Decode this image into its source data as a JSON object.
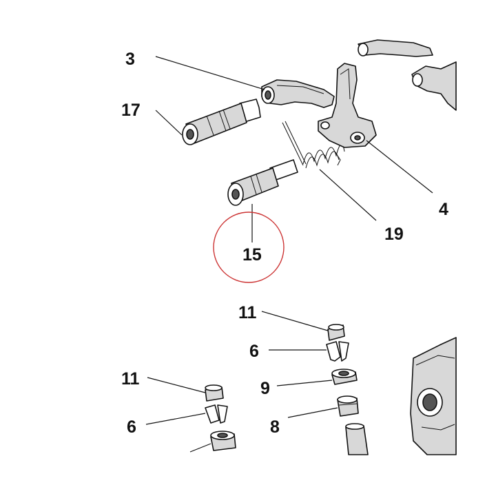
{
  "diagram": {
    "callouts": [
      {
        "id": "3",
        "label": "3"
      },
      {
        "id": "17",
        "label": "17"
      },
      {
        "id": "4",
        "label": "4"
      },
      {
        "id": "19",
        "label": "19"
      },
      {
        "id": "15",
        "label": "15"
      },
      {
        "id": "11a",
        "label": "11"
      },
      {
        "id": "6a",
        "label": "6"
      },
      {
        "id": "9",
        "label": "9"
      },
      {
        "id": "8",
        "label": "8"
      },
      {
        "id": "11b",
        "label": "11"
      },
      {
        "id": "6b",
        "label": "6"
      }
    ],
    "highlight": {
      "target": "15",
      "color": "#cc3333"
    }
  }
}
